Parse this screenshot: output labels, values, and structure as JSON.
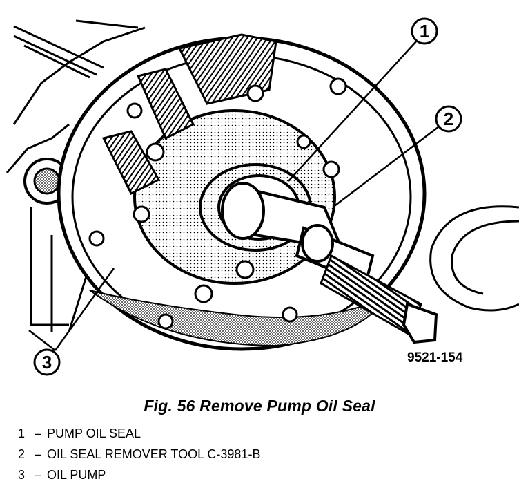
{
  "figure": {
    "id_label": "9521-154",
    "callouts": [
      {
        "number": "1",
        "refers_to": "PUMP OIL SEAL"
      },
      {
        "number": "2",
        "refers_to": "OIL SEAL REMOVER TOOL C-3981-B"
      },
      {
        "number": "3",
        "refers_to": "OIL PUMP"
      }
    ]
  },
  "caption": "Fig. 56 Remove Pump Oil Seal",
  "legend": [
    {
      "number": "1",
      "dash": "–",
      "text": "PUMP OIL SEAL"
    },
    {
      "number": "2",
      "dash": "–",
      "text": "OIL SEAL REMOVER TOOL C-3981-B"
    },
    {
      "number": "3",
      "dash": "–",
      "text": "OIL PUMP"
    }
  ]
}
